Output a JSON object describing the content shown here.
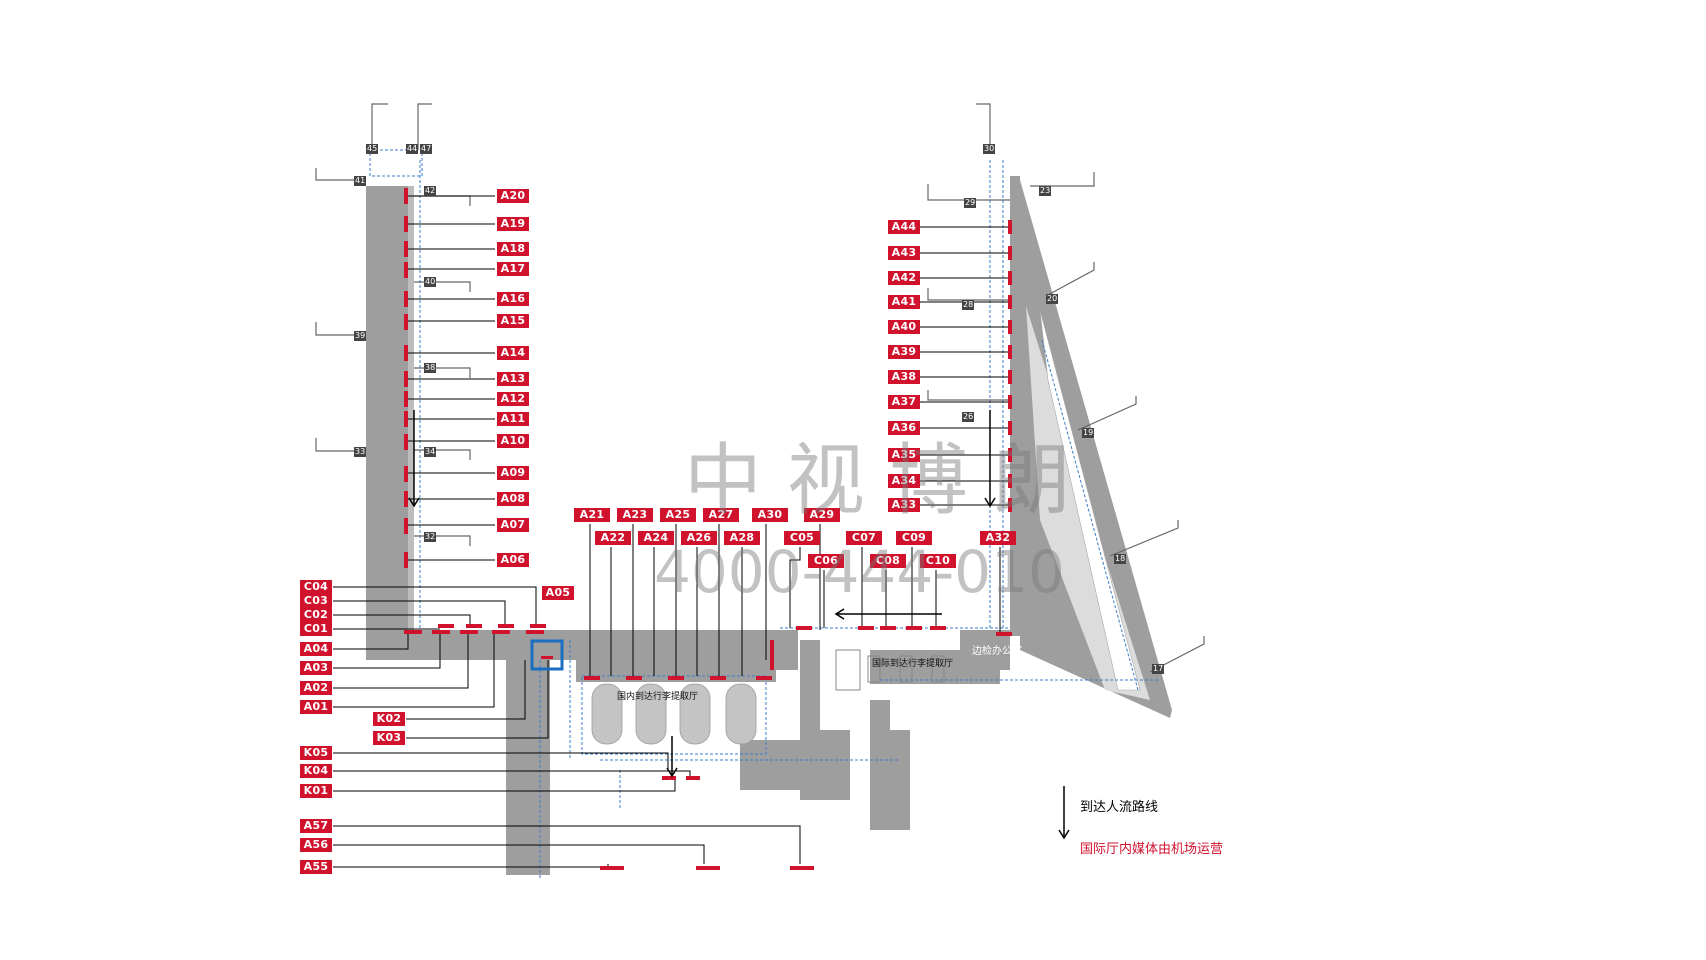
{
  "labels_left": [
    "A20",
    "A19",
    "A18",
    "A17",
    "A16",
    "A15",
    "A14",
    "A13",
    "A12",
    "A11",
    "A10",
    "A09",
    "A08",
    "A07",
    "A06",
    "A05"
  ],
  "labels_far_left": [
    "C04",
    "C03",
    "C02",
    "C01",
    "A04",
    "A03",
    "A02",
    "A01"
  ],
  "labels_k_mid": [
    "K02",
    "K03"
  ],
  "labels_k_left": [
    "K05",
    "K04",
    "K01"
  ],
  "labels_a_bottom": [
    "A57",
    "A56",
    "A55"
  ],
  "labels_top_row": [
    "A21",
    "A23",
    "A25",
    "A27",
    "A30",
    "A29"
  ],
  "labels_second_row": [
    "A22",
    "A24",
    "A26",
    "A28",
    "C05",
    "C07",
    "C09",
    "A32"
  ],
  "labels_third_row": [
    "C06",
    "C08",
    "C10"
  ],
  "labels_right": [
    "A44",
    "A43",
    "A42",
    "A41",
    "A40",
    "A39",
    "A38",
    "A37",
    "A36",
    "A35",
    "A34",
    "A33"
  ],
  "halls": {
    "domestic": "国内到达行李提取厅",
    "international": "国际到达行李提取厅",
    "border": "边检办公室"
  },
  "gate_numbers": [
    "45",
    "44",
    "47",
    "41",
    "42",
    "40",
    "39",
    "38",
    "33",
    "34",
    "32",
    "30",
    "29",
    "23",
    "28",
    "20",
    "26",
    "19",
    "18",
    "17"
  ],
  "legend": {
    "flow": "到达人流路线",
    "note": "国际厅内媒体由机场运营",
    "note_color": "#d0122d"
  },
  "watermark": {
    "name": "中 视 博 朗",
    "phone": "4000-444-010"
  },
  "colors": {
    "label": "#d0122d",
    "building": "#9e9e9e",
    "route": "#3a7dc8"
  }
}
